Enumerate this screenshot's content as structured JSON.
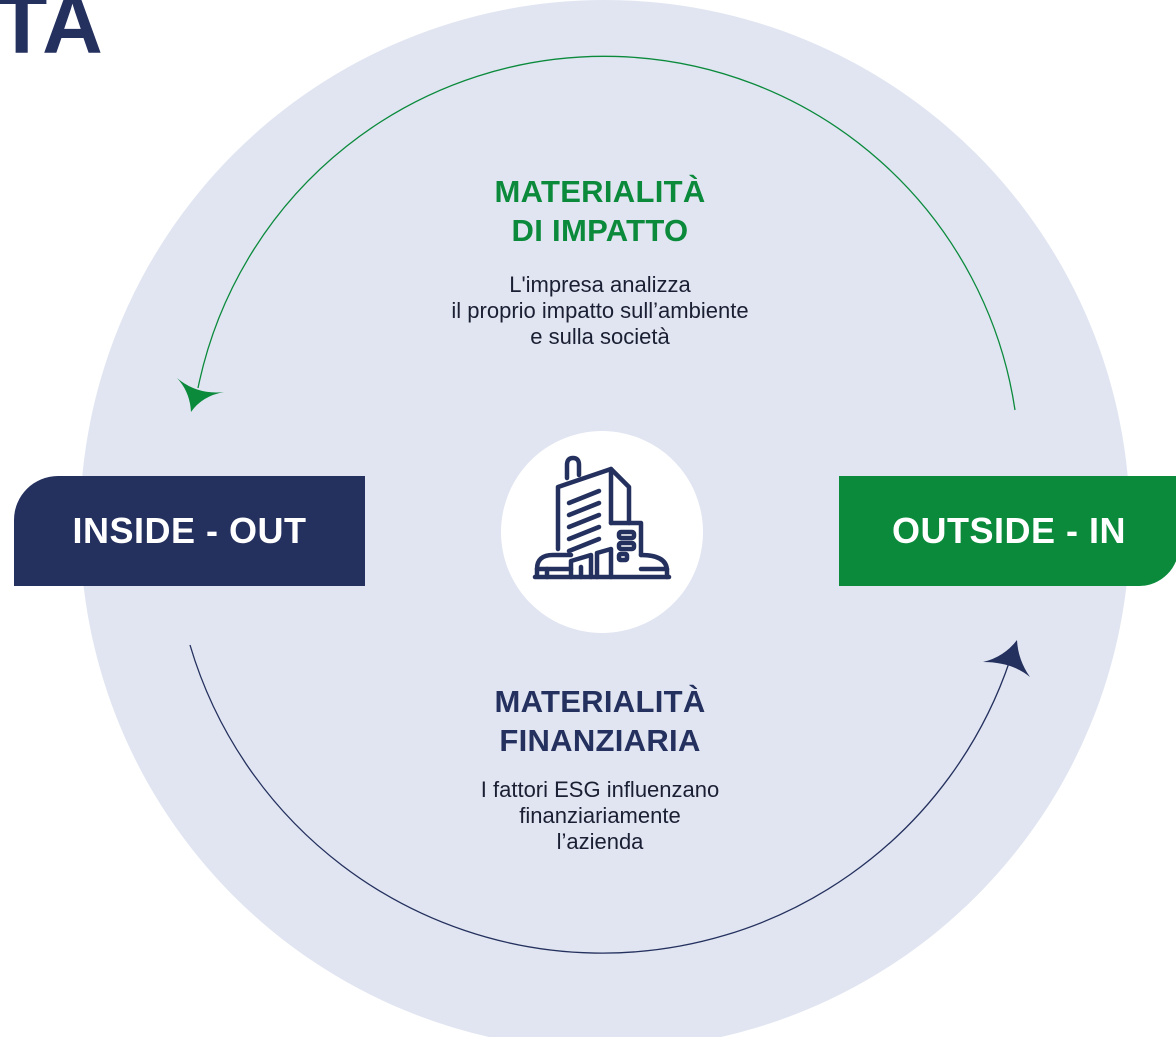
{
  "title_fragment": "TA",
  "labels": {
    "inside_out": "INSIDE - OUT",
    "outside_in": "OUTSIDE - IN"
  },
  "impact": {
    "heading_lines": [
      "MATERIALITÀ",
      "DI IMPATTO"
    ],
    "description_lines": [
      "L'impresa analizza",
      "il proprio impatto sull’ambiente",
      "e sulla società"
    ]
  },
  "financial": {
    "heading_lines": [
      "MATERIALITÀ",
      "FINANZIARIA"
    ],
    "description_lines": [
      "I fattori ESG influenzano",
      "finanziariamente",
      "l’azienda"
    ]
  },
  "center_icon": "office-building-icon",
  "colors": {
    "navy": "#24305e",
    "green": "#0b8a3c",
    "circle_bg": "#e0e5f1",
    "white": "#ffffff"
  }
}
